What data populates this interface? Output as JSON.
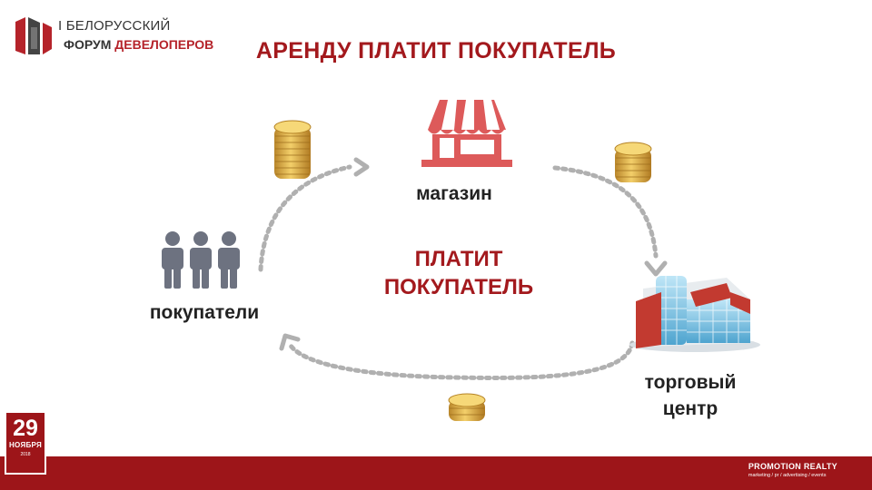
{
  "logo": {
    "line1": "I БЕЛОРУССКИЙ",
    "line2_part1": "ФОРУМ",
    "line2_part2": "ДЕВЕЛОПЕРОВ"
  },
  "title": "АРЕНДУ ПЛАТИТ ПОКУПАТЕЛЬ",
  "center_label": {
    "line1": "ПЛАТИТ",
    "line2": "ПОКУПАТЕЛЬ"
  },
  "nodes": {
    "shop": {
      "label": "магазин",
      "icon": "shop-awning-icon"
    },
    "buyers": {
      "label": "покупатели",
      "icon": "people-group-icon"
    },
    "mall": {
      "label_line1": "торговый",
      "label_line2": "центр",
      "icon": "mall-building-icon"
    }
  },
  "date": {
    "day": "29",
    "month": "НОЯБРЯ",
    "year": "2018"
  },
  "brand": {
    "name": "PROMOTION REALTY",
    "tagline": "marketing / pr / advertising / events"
  },
  "colors": {
    "accent": "#a3191d",
    "footer": "#9d1519",
    "arrow": "#b0b0b0",
    "people": "#6d7280",
    "coin": "#d8a53a"
  }
}
